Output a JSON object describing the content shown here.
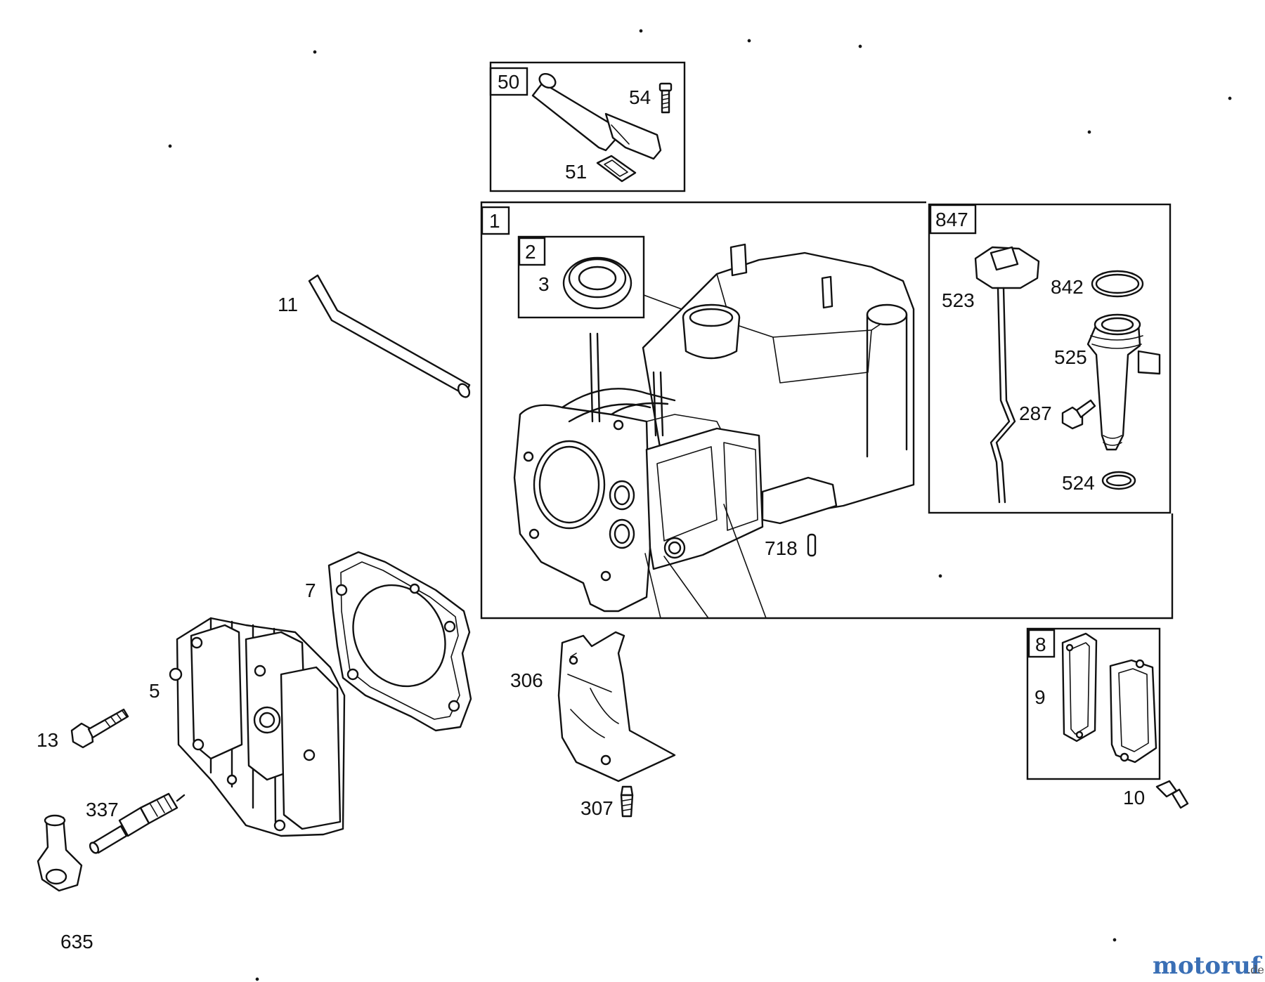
{
  "diagram": {
    "labels": {
      "l50": "50",
      "l54": "54",
      "l51": "51",
      "l1": "1",
      "l2": "2",
      "l3": "3",
      "l847": "847",
      "l523": "523",
      "l842": "842",
      "l525": "525",
      "l287": "287",
      "l524": "524",
      "l718": "718",
      "l11": "11",
      "l7": "7",
      "l5": "5",
      "l13": "13",
      "l337": "337",
      "l306": "306",
      "l307": "307",
      "l8": "8",
      "l9": "9",
      "l10": "10",
      "l635": "635"
    },
    "watermark": {
      "name": "motoruf",
      "suffix": ".de"
    },
    "colors": {
      "line": "#111111",
      "watermark_m": "#3a6fb5",
      "watermark_o": "#d9822b",
      "watermark_t": "#4a9a3a",
      "watermark_o2": "#c0392b",
      "watermark_r": "#3a6fb5",
      "watermark_u": "#8e44ad",
      "watermark_f": "#d4a017"
    }
  }
}
